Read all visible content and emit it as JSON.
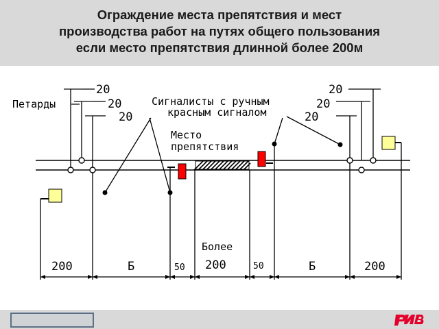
{
  "title": {
    "line1": "Ограждение места препятствия и мест",
    "line2": "производства работ на путях общего пользования",
    "line3": "если  место препятствия длинной более 200м"
  },
  "labels": {
    "petards": "Петарды",
    "signalmen_line1": "Сигналисты с ручным",
    "signalmen_line2": "красным сигналом",
    "obstacle_line1": "Место",
    "obstacle_line2": "препятствия",
    "more": "Более"
  },
  "distances": {
    "left_top": "20",
    "left_mid": "20",
    "left_low": "20",
    "right_top": "20",
    "right_mid": "20",
    "right_low": "20"
  },
  "dimensions": {
    "d1": "200",
    "d2": "Б",
    "d3": "50",
    "d4": "200",
    "d5": "50",
    "d6": "Б",
    "d7": "200"
  },
  "colors": {
    "signal_red": "#ff0000",
    "signal_yellow": "#ffff99",
    "title_band": "#d9d9d9",
    "logo_red": "#e4002b"
  },
  "icons": {
    "logo": "rzd-logo-icon"
  }
}
